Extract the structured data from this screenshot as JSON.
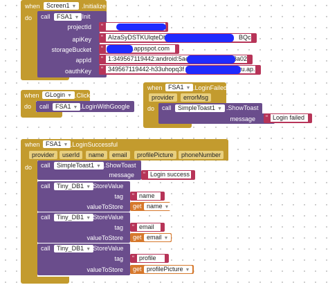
{
  "kw": {
    "when": "when",
    "do": "do",
    "call": "call",
    "get": "get"
  },
  "block1": {
    "component": "Screen1",
    "event": ".Initialize",
    "method_component": "FSA1",
    "method": ".Init",
    "params": [
      {
        "label": "projectId",
        "value": ""
      },
      {
        "label": "apiKey",
        "value": "AIzaSyDSTKUlqteDhP",
        "suffix": "BQc"
      },
      {
        "label": "storageBucket",
        "value": ".appspot.com"
      },
      {
        "label": "appId",
        "value": "1:349567119442:android:5ae",
        "suffix": "b23a02f8b"
      },
      {
        "label": "oauthKey",
        "value": "349567119442-h33uhopq3f",
        "suffix": "popqvu.ap..."
      }
    ]
  },
  "block2": {
    "component": "GLogin",
    "event": ".Click",
    "method_component": "FSA1",
    "method": ".LoginWithGoogle"
  },
  "block3": {
    "component": "FSA1",
    "event": ".LoginFailed",
    "params": [
      "provider",
      "errorMsg"
    ],
    "method_component": "SimpleToast1",
    "method": ".ShowToast",
    "arg_label": "message",
    "arg_value": "Login failed"
  },
  "block4": {
    "component": "FSA1",
    "event": ".LoginSuccessful",
    "params": [
      "provider",
      "userId",
      "name",
      "email",
      "profilePicture",
      "phoneNumber"
    ],
    "toast_component": "SimpleToast1",
    "toast_method": ".ShowToast",
    "toast_arg_label": "message",
    "toast_arg_value": "Login success",
    "stores": [
      {
        "component": "Tiny_DB1",
        "method": ".StoreValue",
        "tag_label": "tag",
        "tag_value": "name",
        "val_label": "valueToStore",
        "get_var": "name"
      },
      {
        "component": "Tiny_DB1",
        "method": ".StoreValue",
        "tag_label": "tag",
        "tag_value": "email",
        "val_label": "valueToStore",
        "get_var": "email"
      },
      {
        "component": "Tiny_DB1",
        "method": ".StoreValue",
        "tag_label": "tag",
        "tag_value": "profile",
        "val_label": "valueToStore",
        "get_var": "profilePicture"
      }
    ]
  },
  "colors": {
    "event": "#c39b2e",
    "procedure": "#6a4d8c",
    "text": "#b73458",
    "variable": "#d6782c",
    "redaction": "#1f2bff"
  }
}
